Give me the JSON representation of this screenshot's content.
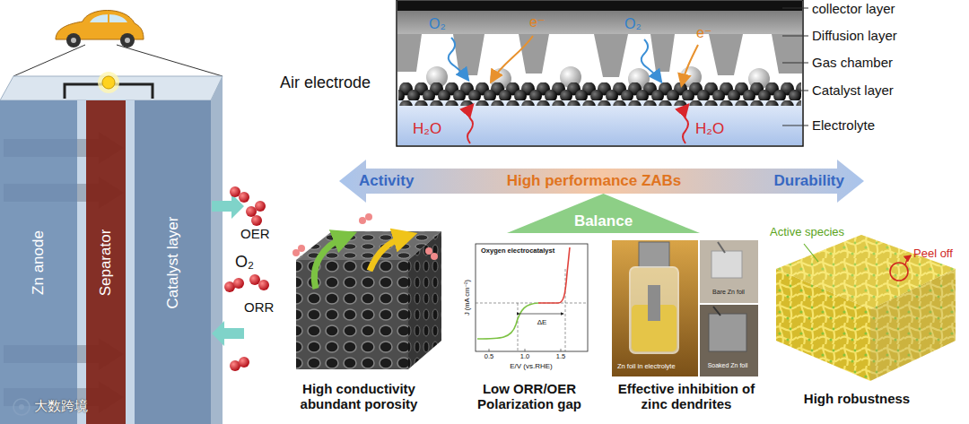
{
  "diagram": {
    "nodes": [
      {
        "text": [
          "Activity",
          "High performance ZABs",
          "Durability"
        ]
      },
      {
        "text": [
          "Balance"
        ]
      },
      {
        "text": [
          "Zn anode"
        ]
      },
      {
        "text": [
          "Separator"
        ]
      },
      {
        "text": [
          "Catalyst layer"
        ]
      }
    ],
    "labels": [
      "Air electrode",
      "collector layer",
      "Diffusion layer",
      "Gas chamber",
      "Catalyst layer",
      "Electrolyte",
      "O₂",
      "e⁻",
      "O₂",
      "e⁻",
      "H₂O",
      "H₂O",
      "OER",
      "O₂",
      "ORR",
      "Oxygen electrocatalyst",
      "J (mA cm⁻²)",
      "0.5",
      "1.0",
      "1.5",
      "E/V (vs.RHE)",
      "ΔE",
      "Zn foil in electrolyte",
      "Bare Zn foil",
      "Soaked Zn foil",
      "Active species",
      "Peel off",
      "High conductivity abundant porosity",
      "Low ORR/OER Polarization gap",
      "Effective inhibition of zinc dendrites",
      "High robustness",
      "大数跨境"
    ]
  }
}
